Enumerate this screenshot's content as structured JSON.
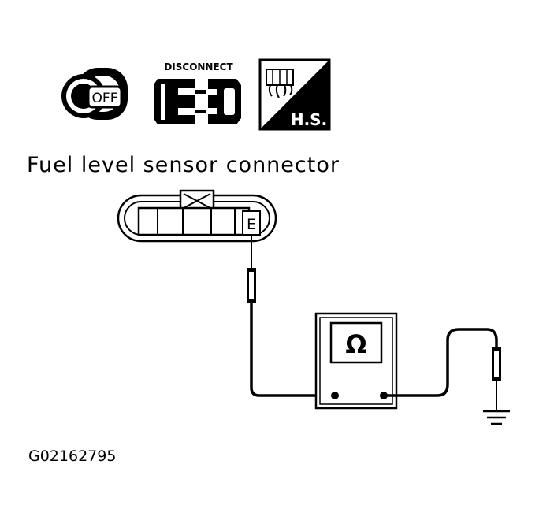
{
  "icons": {
    "ignition_key_label": "OFF",
    "disconnect_label": "DISCONNECT",
    "harness_side_label": "H.S."
  },
  "connector": {
    "title": "Fuel level sensor connector",
    "terminal_label": "E"
  },
  "meter": {
    "symbol": "Ω"
  },
  "figure_code": "G02162795",
  "colors": {
    "ink": "#000000",
    "paper": "#ffffff"
  }
}
